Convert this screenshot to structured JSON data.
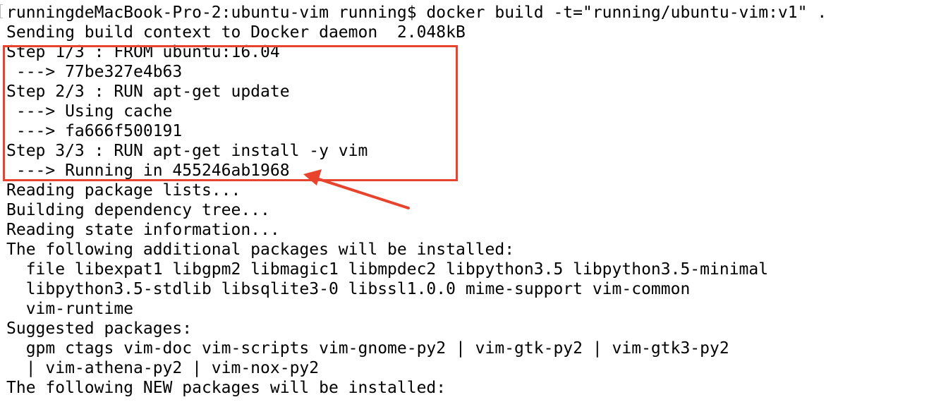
{
  "terminal": {
    "lines": [
      "runningdeMacBook-Pro-2:ubuntu-vim running$ docker build -t=\"running/ubuntu-vim:v1\" .",
      "Sending build context to Docker daemon  2.048kB",
      "Step 1/3 : FROM ubuntu:16.04",
      " ---> 77be327e4b63",
      "Step 2/3 : RUN apt-get update",
      " ---> Using cache",
      " ---> fa666f500191",
      "Step 3/3 : RUN apt-get install -y vim",
      " ---> Running in 455246ab1968",
      "Reading package lists...",
      "Building dependency tree...",
      "Reading state information...",
      "The following additional packages will be installed:",
      "  file libexpat1 libgpm2 libmagic1 libmpdec2 libpython3.5 libpython3.5-minimal",
      "  libpython3.5-stdlib libsqlite3-0 libssl1.0.0 mime-support vim-common",
      "  vim-runtime",
      "Suggested packages:",
      "  gpm ctags vim-doc vim-scripts vim-gnome-py2 | vim-gtk-py2 | vim-gtk3-py2",
      "  | vim-athena-py2 | vim-nox-py2",
      "The following NEW packages will be installed:"
    ]
  },
  "annotation": {
    "color": "#e8432d"
  }
}
